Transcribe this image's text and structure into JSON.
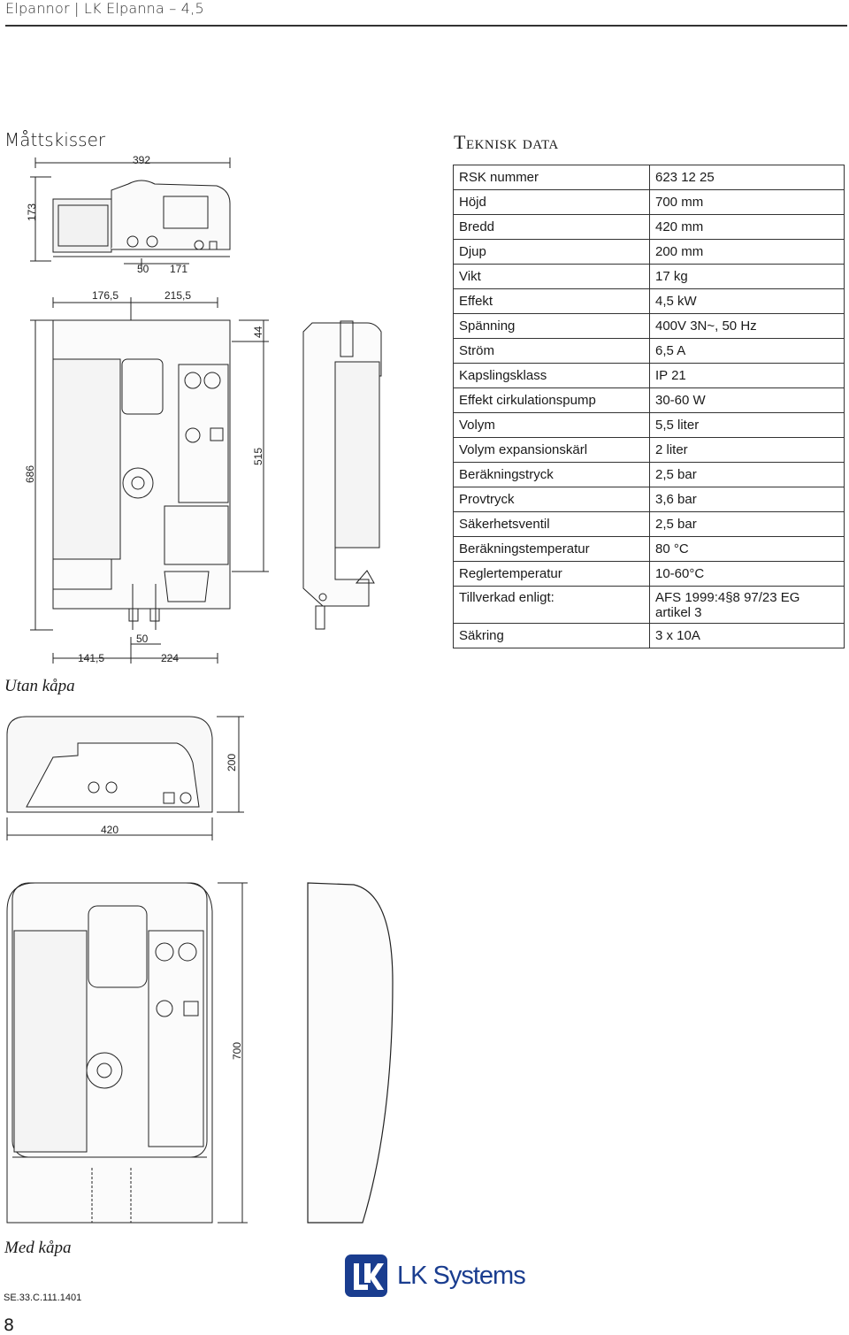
{
  "header": {
    "title": "Elpannor | LK Elpanna – 4,5"
  },
  "sections": {
    "dimensions_title": "Måttskisser",
    "tech_title": "Teknisk data"
  },
  "tech_table": [
    {
      "label": "RSK nummer",
      "value": "623 12 25"
    },
    {
      "label": "Höjd",
      "value": "700 mm"
    },
    {
      "label": "Bredd",
      "value": "420 mm"
    },
    {
      "label": "Djup",
      "value": "200 mm"
    },
    {
      "label": "Vikt",
      "value": "17 kg"
    },
    {
      "label": "Effekt",
      "value": "4,5 kW"
    },
    {
      "label": "Spänning",
      "value": "400V 3N~, 50 Hz"
    },
    {
      "label": "Ström",
      "value": "6,5 A"
    },
    {
      "label": "Kapslingsklass",
      "value": "IP 21"
    },
    {
      "label": "Effekt cirkulationspump",
      "value": "30-60 W"
    },
    {
      "label": "Volym",
      "value": "5,5 liter"
    },
    {
      "label": "Volym expansionskärl",
      "value": "2 liter"
    },
    {
      "label": "Beräkningstryck",
      "value": "2,5 bar"
    },
    {
      "label": "Provtryck",
      "value": "3,6 bar"
    },
    {
      "label": "Säkerhetsventil",
      "value": "2,5 bar"
    },
    {
      "label": "Beräkningstemperatur",
      "value": "80 °C"
    },
    {
      "label": "Reglertemperatur",
      "value": "10-60°C"
    },
    {
      "label": "Tillverkad enligt:",
      "value": "AFS 1999:4§8 97/23 EG\nartikel 3"
    },
    {
      "label": "Säkring",
      "value": "3 x 10A"
    }
  ],
  "dimensions": {
    "top_width": "392",
    "top_height": "173",
    "top_sub_a": "50",
    "top_sub_b": "171",
    "front_left": "176,5",
    "front_right": "215,5",
    "front_height": "686",
    "front_top": "44",
    "front_inner": "515",
    "front_pipe": "50",
    "front_bottom_left": "141,5",
    "front_bottom_right": "224",
    "cover_depth": "200",
    "cover_width": "420",
    "cover_height": "700"
  },
  "captions": {
    "without_cover": "Utan kåpa",
    "with_cover": "Med kåpa"
  },
  "footer": {
    "doc_ref": "SE.33.C.111.1401",
    "page_number": "8",
    "logo_text": "LK Systems",
    "logo_mark": "LK"
  },
  "colors": {
    "brand_blue": "#1a3d8f",
    "line": "#222222",
    "fill_gray": "#eeeeee"
  }
}
